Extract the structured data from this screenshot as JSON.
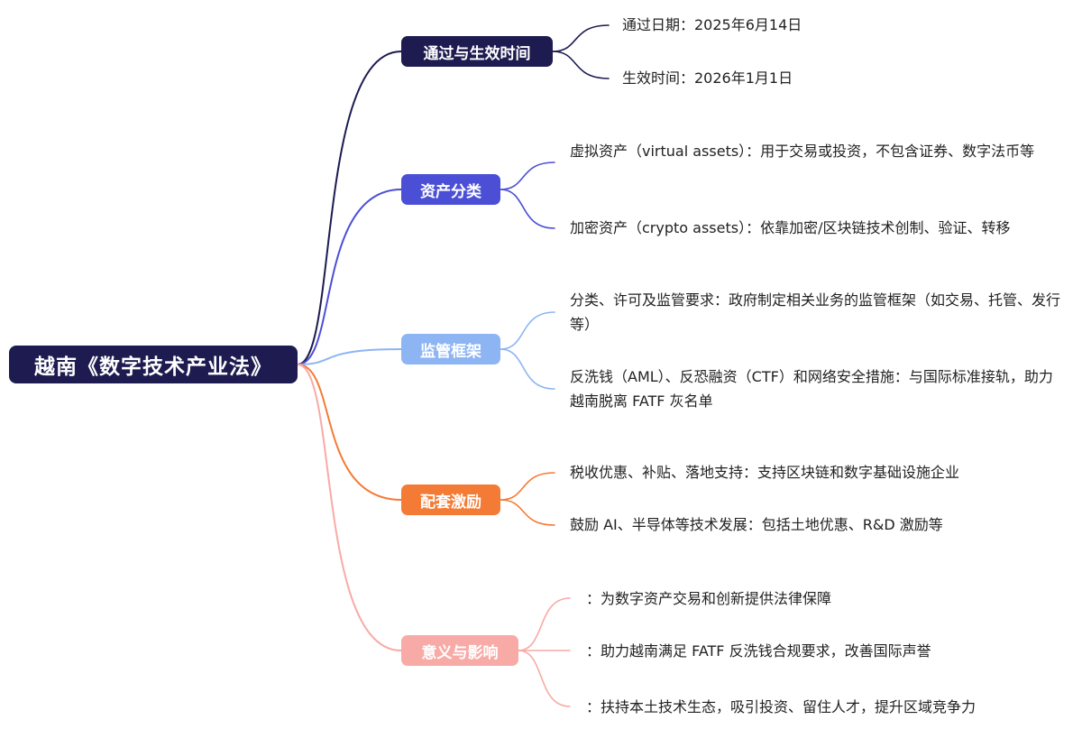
{
  "root": {
    "label": "越南《数字技术产业法》",
    "color": "#1d1b4f"
  },
  "branches": [
    {
      "label": "通过与生效时间",
      "color": "#1d1b4f",
      "leaves": [
        "通过日期：2025年6月14日",
        "生效时间：2026年1月1日"
      ]
    },
    {
      "label": "资产分类",
      "color": "#4b4fd6",
      "leaves": [
        "虚拟资产（virtual assets）：用于交易或投资，不包含证券、数字法币等",
        "加密资产（crypto assets）：依靠加密/区块链技术创制、验证、转移"
      ]
    },
    {
      "label": "监管框架",
      "color": "#8db5f3",
      "leaves": [
        "分类、许可及监管要求：政府制定相关业务的监管框架（如交易、托管、发行等）",
        "反洗钱（AML）、反恐融资（CTF）和网络安全措施：与国际标准接轨，助力越南脱离 FATF 灰名单"
      ]
    },
    {
      "label": "配套激励",
      "color": "#f47b35",
      "leaves": [
        "税收优惠、补贴、落地支持：支持区块链和数字基础设施企业",
        "鼓励 AI、半导体等技术发展：包括土地优惠、R&D 激励等"
      ]
    },
    {
      "label": "意义与影响",
      "color": "#f8aaa6",
      "leaves": [
        "：为数字资产交易和创新提供法律保障",
        "：助力越南满足 FATF 反洗钱合规要求，改善国际声誉",
        "：扶持本土技术生态，吸引投资、留住人才，提升区域竞争力"
      ]
    }
  ]
}
